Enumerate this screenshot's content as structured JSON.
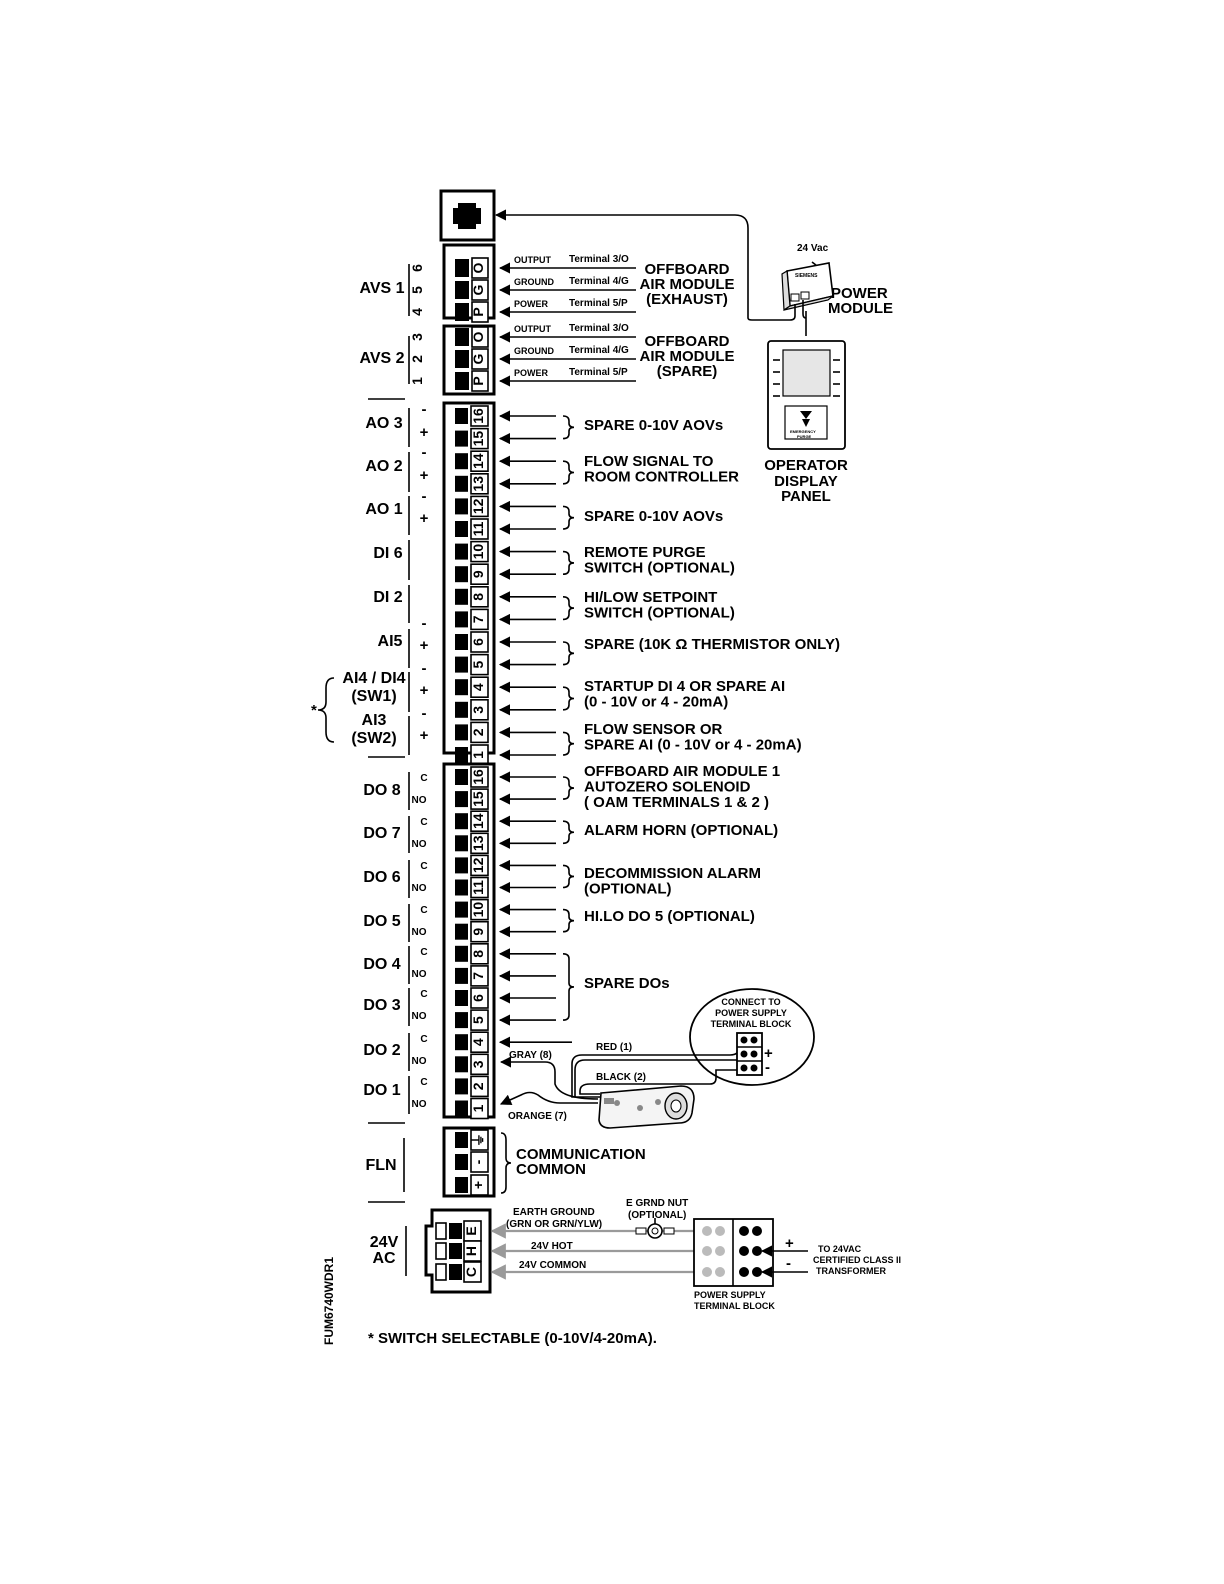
{
  "groups": [
    {
      "label": "AVS 1",
      "cls": "big"
    },
    {
      "label": "AVS 2",
      "cls": "big"
    },
    {
      "label": "AO 3",
      "cls": "big"
    },
    {
      "label": "AO 2",
      "cls": "big"
    },
    {
      "label": "AO 1",
      "cls": "big"
    },
    {
      "label": "DI 6",
      "cls": "big"
    },
    {
      "label": "DI 2",
      "cls": "big"
    },
    {
      "label": "AI5",
      "cls": "big"
    },
    {
      "label": "AI4 / DI4",
      "cls": "big"
    },
    {
      "label": "(SW1)",
      "cls": "big"
    },
    {
      "label": "AI3",
      "cls": "big"
    },
    {
      "label": "(SW2)",
      "cls": "big"
    },
    {
      "label": "DO 8",
      "cls": "big"
    },
    {
      "label": "DO 7",
      "cls": "big"
    },
    {
      "label": "DO 6",
      "cls": "big"
    },
    {
      "label": "DO 5",
      "cls": "big"
    },
    {
      "label": "DO 4",
      "cls": "big"
    },
    {
      "label": "DO 3",
      "cls": "big"
    },
    {
      "label": "DO 2",
      "cls": "big"
    },
    {
      "label": "DO 1",
      "cls": "big"
    },
    {
      "label": "FLN",
      "cls": "big"
    },
    {
      "label": "24V",
      "cls": "big"
    },
    {
      "label": "AC",
      "cls": "big"
    }
  ],
  "avs_numbers": [
    "6",
    "5",
    "4",
    "3",
    "2",
    "1"
  ],
  "avs_terminal_letters": [
    "O",
    "G",
    "P",
    "O",
    "G",
    "P"
  ],
  "avs_wires": [
    {
      "name": "OUTPUT",
      "terminal": "Terminal 3/O"
    },
    {
      "name": "GROUND",
      "terminal": "Terminal 4/G"
    },
    {
      "name": "POWER",
      "terminal": "Terminal 5/P"
    },
    {
      "name": "OUTPUT",
      "terminal": "Terminal 3/O"
    },
    {
      "name": "GROUND",
      "terminal": "Terminal 4/G"
    },
    {
      "name": "POWER",
      "terminal": "Terminal 5/P"
    }
  ],
  "offboard_exhaust": [
    "OFFBOARD",
    "AIR MODULE",
    "(EXHAUST)"
  ],
  "offboard_spare": [
    "OFFBOARD",
    "AIR MODULE",
    "(SPARE)"
  ],
  "polarity_marks": [
    "-",
    "+",
    "-",
    "+",
    "-",
    "+",
    "-",
    "+",
    "-",
    "+",
    "-",
    "+"
  ],
  "do_marks": [
    "C",
    "NO",
    "C",
    "NO",
    "C",
    "NO",
    "C",
    "NO",
    "C",
    "NO",
    "C",
    "NO",
    "C",
    "NO",
    "C",
    "NO"
  ],
  "analog_terminals": [
    "16",
    "15",
    "14",
    "13",
    "12",
    "11",
    "10",
    "9",
    "8",
    "7",
    "6",
    "5",
    "4",
    "3",
    "2",
    "1"
  ],
  "do_terminals": [
    "16",
    "15",
    "14",
    "13",
    "12",
    "11",
    "10",
    "9",
    "8",
    "7",
    "6",
    "5",
    "4",
    "3",
    "2",
    "1"
  ],
  "fln_terminals": [
    "⏚",
    "-",
    "+"
  ],
  "ac_terminals": [
    "E",
    "H",
    "C"
  ],
  "analog_descriptions": [
    [
      "SPARE 0-10V AOVs"
    ],
    [
      "FLOW SIGNAL TO",
      "ROOM CONTROLLER"
    ],
    [
      "SPARE 0-10V AOVs"
    ],
    [
      "REMOTE PURGE",
      "SWITCH (OPTIONAL)"
    ],
    [
      "HI/LOW SETPOINT",
      "SWITCH (OPTIONAL)"
    ],
    [
      "SPARE (10K Ω THERMISTOR ONLY)"
    ],
    [
      "STARTUP DI 4 OR SPARE AI",
      "(0 - 10V or 4 - 20mA)"
    ],
    [
      "FLOW SENSOR OR",
      "SPARE AI (0 - 10V or 4 - 20mA)"
    ]
  ],
  "do_descriptions": [
    [
      "OFFBOARD AIR MODULE 1",
      "AUTOZERO SOLENOID",
      "( OAM TERMINALS 1 & 2 )"
    ],
    [
      "ALARM HORN (OPTIONAL)"
    ],
    [
      "DECOMMISSION ALARM",
      "(OPTIONAL)"
    ],
    [
      "HI.LO DO 5 (OPTIONAL)"
    ],
    [
      "SPARE DOs"
    ]
  ],
  "switch_marker": "*",
  "actuator_wires": {
    "gray": "GRAY (8)",
    "red": "RED (1)",
    "black": "BLACK (2)",
    "orange": "ORANGE (7)"
  },
  "connect_note": [
    "CONNECT TO",
    "POWER SUPPLY",
    "TERMINAL BLOCK"
  ],
  "polarity_plus": "+",
  "polarity_minus": "-",
  "fln_description": [
    "COMMUNICATION",
    "COMMON"
  ],
  "power_module": {
    "voltage": "24 Vac",
    "label": [
      "POWER",
      "MODULE"
    ],
    "brand": "SIEMENS"
  },
  "operator_panel": {
    "label": [
      "OPERATOR",
      "DISPLAY",
      "PANEL"
    ],
    "button_text": [
      "EMERGENCY",
      "PURGE"
    ]
  },
  "ac_wiring": {
    "earth": [
      "EARTH GROUND",
      "(GRN OR GRN/YLW)"
    ],
    "nut": [
      "E GRND NUT",
      "(OPTIONAL)"
    ],
    "hot": "24V HOT",
    "common": "24V COMMON",
    "psu_block": [
      "POWER SUPPLY",
      "TERMINAL BLOCK"
    ],
    "transformer": [
      "TO 24VAC",
      "CERTIFIED CLASS II",
      "TRANSFORMER"
    ]
  },
  "drawing_id": "FUM6740WDR1",
  "footnote": "*  SWITCH SELECTABLE (0-10V/4-20mA).",
  "colors": {
    "line": "#000000",
    "ac_wire": "#9a9a9a",
    "panel_fill": "#dcdcdc"
  }
}
